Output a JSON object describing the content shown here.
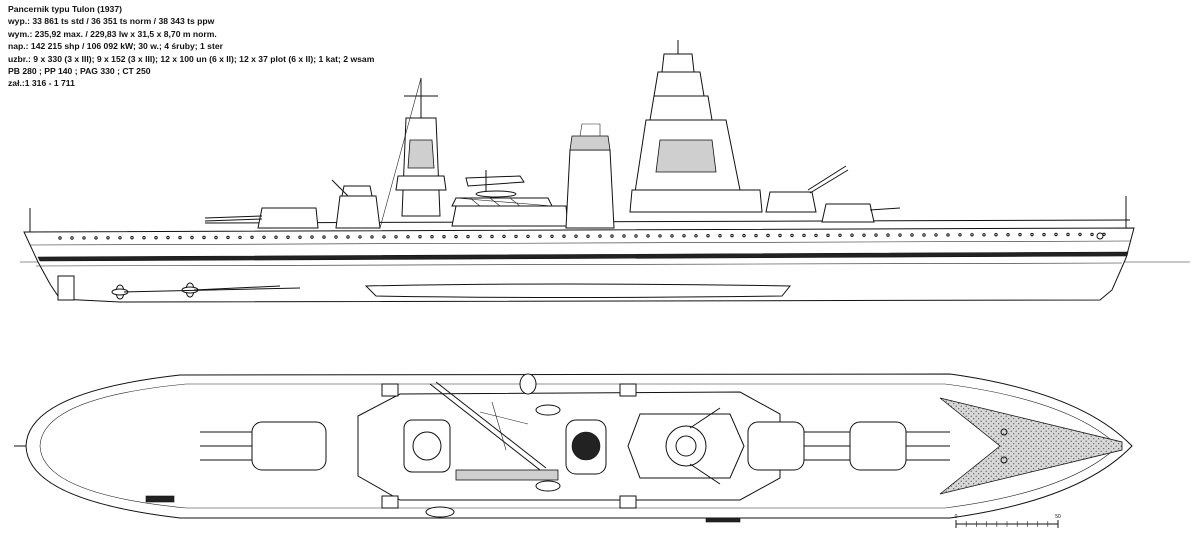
{
  "specs": {
    "title": "Pancernik typu Tulon (1937)",
    "lines": [
      "wyp.: 33 861 ts std / 36 351 ts norm / 38 343 ts ppw",
      "wym.: 235,92 max. / 229,83 lw x 31,5 x 8,70 m norm.",
      "nap.: 142 215 shp / 106 092 kW; 30 w.; 4 śruby; 1 ster",
      "uzbr.: 9 x 330 (3 x III); 9 x 152 (3 x III); 12 x 100 un (6 x II); 12 x 37 plot (6 x II); 1 kat; 2 wsam",
      "PB 280 ; PP 140 ; PAG 330 ; CT 250",
      "zał.:1 316 - 1 711"
    ]
  },
  "scale_bar": {
    "ticks": [
      "0",
      "",
      "",
      "",
      "",
      "",
      "",
      "",
      "",
      "",
      "50"
    ]
  },
  "colors": {
    "line": "#111111",
    "background": "#ffffff",
    "deck_hatch": "#cfcfcf"
  }
}
